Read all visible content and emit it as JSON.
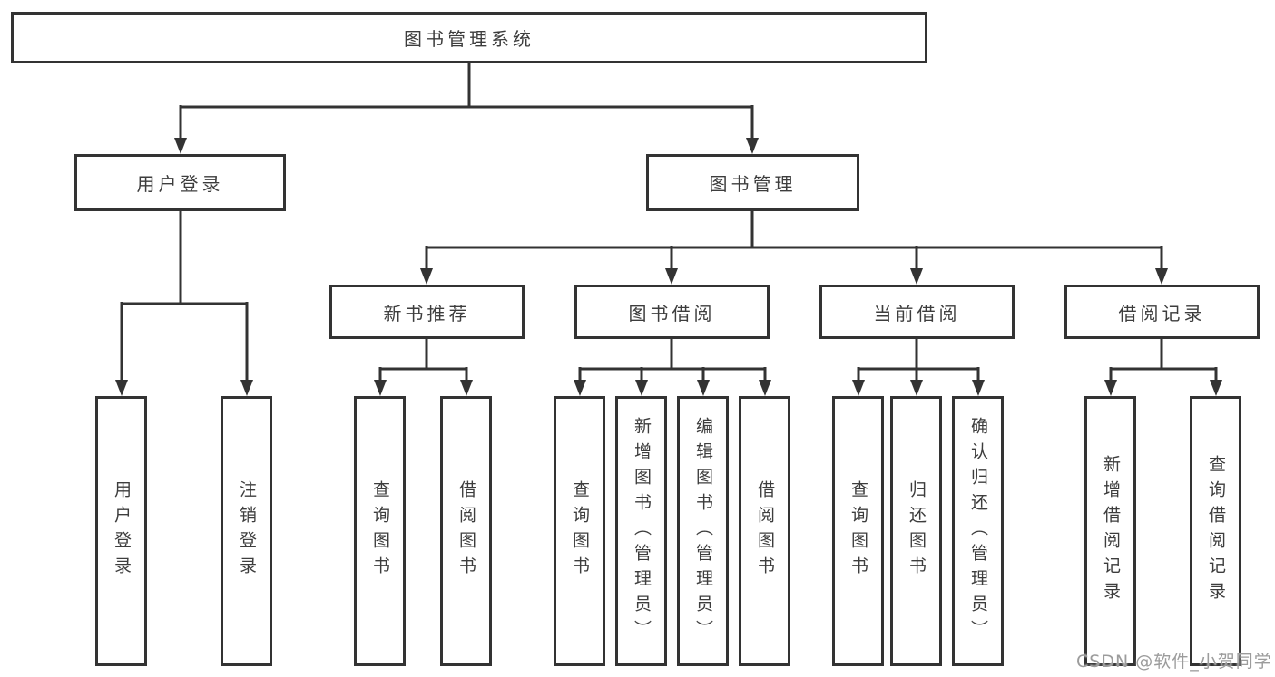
{
  "diagram": {
    "root": {
      "label": "图书管理系统"
    },
    "level2": [
      {
        "label": "用户登录"
      },
      {
        "label": "图书管理"
      }
    ],
    "level3": [
      {
        "label": "新书推荐"
      },
      {
        "label": "图书借阅"
      },
      {
        "label": "当前借阅"
      },
      {
        "label": "借阅记录"
      }
    ],
    "leaves": {
      "user_login": [
        {
          "label": "用户登录"
        },
        {
          "label": "注销登录"
        }
      ],
      "new_book": [
        {
          "label": "查询图书"
        },
        {
          "label": "借阅图书"
        }
      ],
      "book_borrow": [
        {
          "label": "查询图书"
        },
        {
          "label": "新增图书（管理员）"
        },
        {
          "label": "编辑图书（管理员）"
        },
        {
          "label": "借阅图书"
        }
      ],
      "current_borrow": [
        {
          "label": "查询图书"
        },
        {
          "label": "归还图书"
        },
        {
          "label": "确认归还（管理员）"
        }
      ],
      "borrow_record": [
        {
          "label": "新增借阅记录"
        },
        {
          "label": "查询借阅记录"
        }
      ]
    },
    "watermark": "CSDN @软件_小贺同学",
    "colors": {
      "line": "#333333",
      "text": "#3d3d3d",
      "watermark": "#9c9c9c",
      "background": "#ffffff"
    }
  }
}
